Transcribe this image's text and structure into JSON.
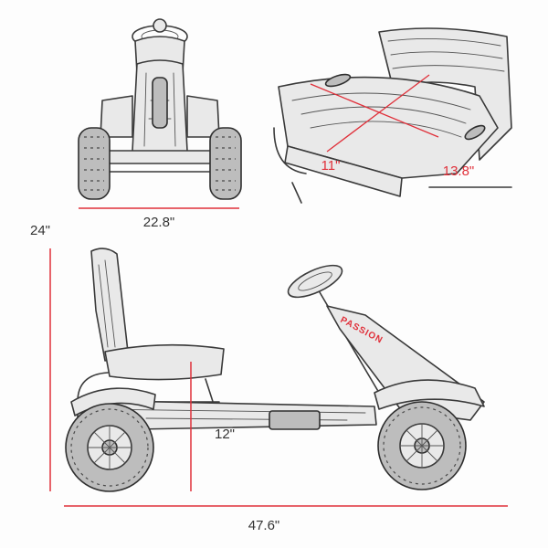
{
  "colors": {
    "dimension_line": "#e0303a",
    "sketch": "#3a3a3a",
    "label_text": "#333333"
  },
  "brand": {
    "text": "PASSION"
  },
  "dimensions": {
    "front_width": {
      "value": 22.8,
      "label": "22.8\""
    },
    "seat_width": {
      "value": 11,
      "label": "11\""
    },
    "seat_depth": {
      "value": 13.8,
      "label": "13.8\""
    },
    "height": {
      "value": 24,
      "label": "24\""
    },
    "seat_height": {
      "value": 12,
      "label": "12\""
    },
    "length": {
      "value": 47.6,
      "label": "47.6\""
    }
  }
}
